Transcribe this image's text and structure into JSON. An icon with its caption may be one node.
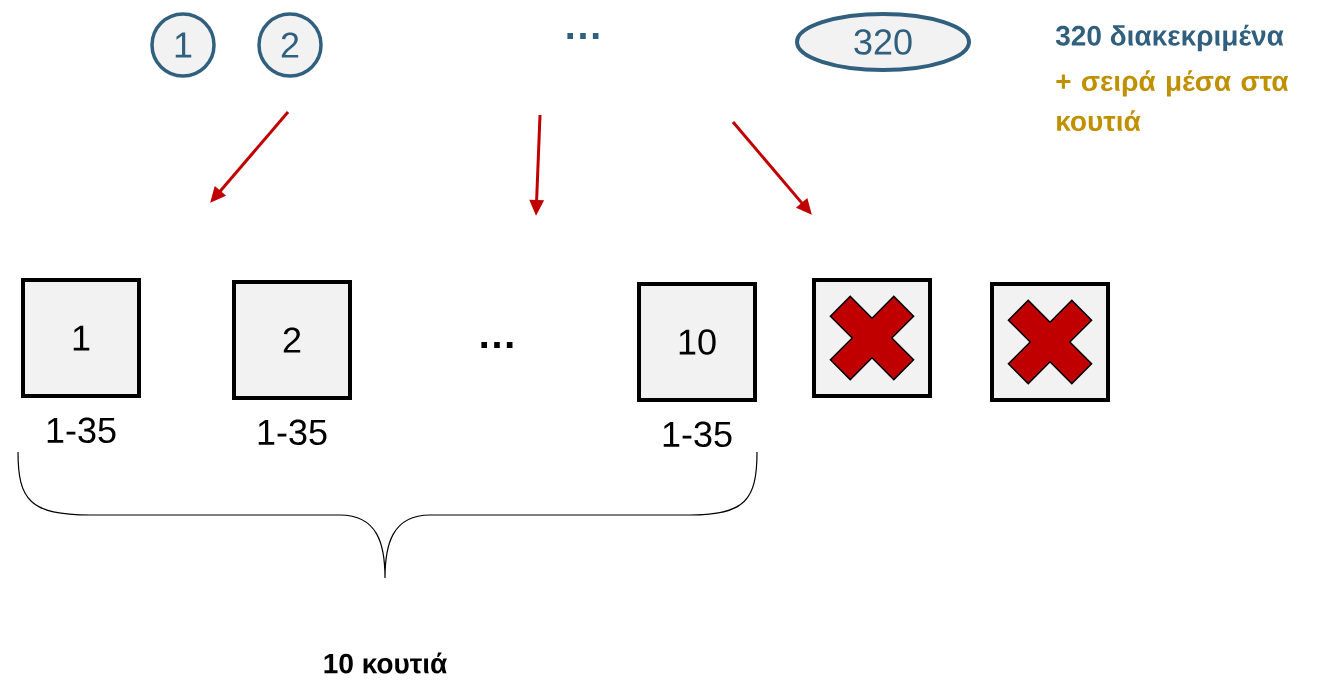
{
  "diagram": {
    "nodes": [
      {
        "text": [
          "1"
        ]
      },
      {
        "text": [
          "2"
        ]
      },
      {
        "text": [
          "…"
        ]
      },
      {
        "text": [
          "320"
        ]
      },
      {
        "text": [
          "1"
        ],
        "beside": [
          "1-35"
        ]
      },
      {
        "text": [
          "2"
        ],
        "beside": [
          "1-35"
        ]
      },
      {
        "text": [
          "…"
        ]
      },
      {
        "text": [
          "10"
        ],
        "beside": [
          "1-35"
        ]
      },
      {
        "text": [],
        "shape": "box"
      },
      {
        "text": [],
        "shape": "box"
      }
    ],
    "labels": [
      "320 διακεκριμένα",
      "+ σειρά μέσα στα κουτιά",
      "10 κουτιά"
    ]
  }
}
